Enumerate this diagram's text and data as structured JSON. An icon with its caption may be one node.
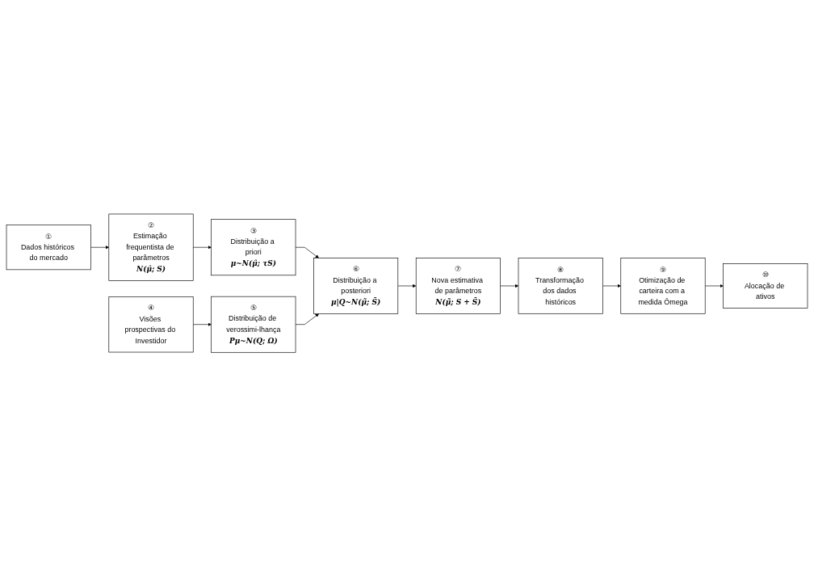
{
  "diagram": {
    "nodes": [
      {
        "text": [
          "③",
          "Distribuição a priori",
          "μ~N(μ̂; τS)"
        ]
      },
      {
        "text": [
          "②",
          "Estimação frequentista de parâmetros",
          "N(μ̂; S)"
        ]
      },
      {
        "text": [
          "①",
          "Dados históricos do mercado"
        ]
      },
      {
        "text": [
          "⑥",
          "Distribuição a posteriori",
          "μ|Q~N(μ̃; S̃)"
        ]
      },
      {
        "text": [
          "⑦",
          "Nova estimativa de parâmetros",
          "N(μ̃; S + S̃)"
        ]
      },
      {
        "text": [
          "⑧",
          "Transformação dos dados históricos"
        ]
      },
      {
        "text": [
          "⑨",
          "Otimização de carteira com a medida Ômega"
        ]
      },
      {
        "text": [
          "⑤",
          "Distribuição de verossimi-lhança",
          "Pμ~N(Q; Ω)"
        ]
      },
      {
        "text": [
          "④",
          "Visões prospectivas do Investidor"
        ]
      },
      {
        "text": [
          "⑩",
          "Alocação de ativos"
        ]
      }
    ],
    "edges": [
      {
        "from": 2,
        "to": 1,
        "arrow": "to"
      },
      {
        "from": 1,
        "to": 0,
        "arrow": "to"
      },
      {
        "from": 0,
        "to": 3,
        "arrow": "to"
      },
      {
        "from": 3,
        "to": 4,
        "arrow": "to"
      },
      {
        "from": 4,
        "to": 5,
        "arrow": "to"
      },
      {
        "from": 5,
        "to": 6,
        "arrow": "to"
      },
      {
        "from": 6,
        "to": 9,
        "arrow": "to"
      },
      {
        "from": 8,
        "to": 7,
        "arrow": "to"
      },
      {
        "from": 7,
        "to": 3,
        "arrow": "to"
      }
    ]
  }
}
